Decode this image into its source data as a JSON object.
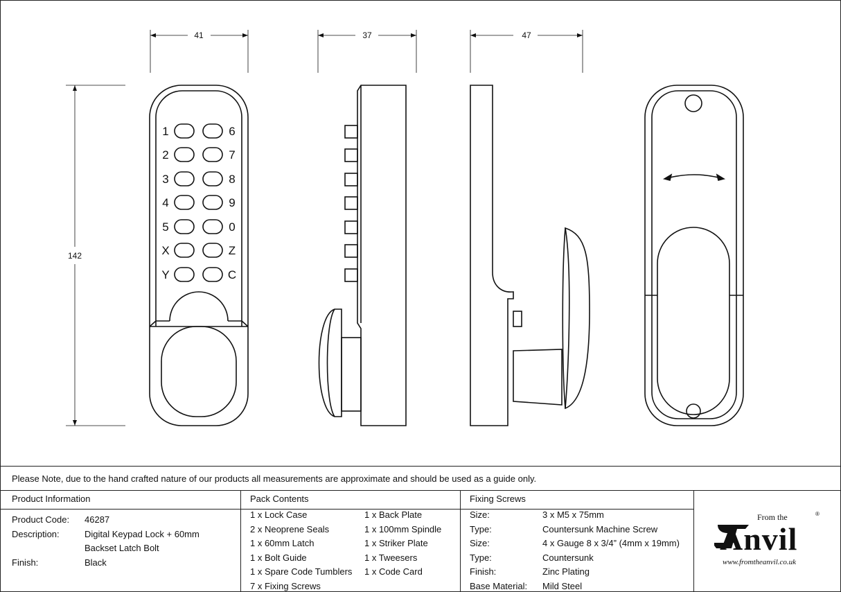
{
  "dimensions": {
    "width_front": "41",
    "width_side": "37",
    "width_side2": "47",
    "height": "142"
  },
  "keypad": {
    "left_keys": [
      "1",
      "2",
      "3",
      "4",
      "5",
      "X",
      "Y"
    ],
    "right_keys": [
      "6",
      "7",
      "8",
      "9",
      "0",
      "Z",
      "C"
    ]
  },
  "note": "Please Note, due to the hand crafted nature of our products all measurements are approximate and should be used as a guide only.",
  "product_info": {
    "heading": "Product Information",
    "rows": [
      {
        "label": "Product Code:",
        "value": "46287"
      },
      {
        "label": "Description:",
        "value": "Digital Keypad Lock + 60mm"
      },
      {
        "label": "",
        "value": "Backset Latch Bolt"
      },
      {
        "label": "Finish:",
        "value": "Black"
      }
    ]
  },
  "pack_contents": {
    "heading": "Pack Contents",
    "col1": [
      "1 x Lock Case",
      "2 x Neoprene Seals",
      "1 x 60mm Latch",
      "1 x Bolt Guide",
      "1 x Spare Code Tumblers",
      "7 x Fixing Screws"
    ],
    "col2": [
      "1 x Back Plate",
      "1 x 100mm Spindle",
      "1 x Striker Plate",
      "1 x Tweesers",
      "1 x Code Card"
    ]
  },
  "fixing_screws": {
    "heading": "Fixing Screws",
    "rows": [
      {
        "label": "Size:",
        "value": "3 x M5 x 75mm"
      },
      {
        "label": "Type:",
        "value": "Countersunk Machine Screw"
      },
      {
        "label": "Size:",
        "value": "4 x Gauge 8 x 3/4” (4mm x 19mm)"
      },
      {
        "label": "Type:",
        "value": "Countersunk"
      },
      {
        "label": "Finish:",
        "value": "Zinc Plating"
      },
      {
        "label": "Base Material:",
        "value": "Mild Steel"
      }
    ]
  },
  "logo": {
    "from_the": "From the",
    "name": "Anvil",
    "url": "www.fromtheanvil.co.uk",
    "registered": "®"
  }
}
